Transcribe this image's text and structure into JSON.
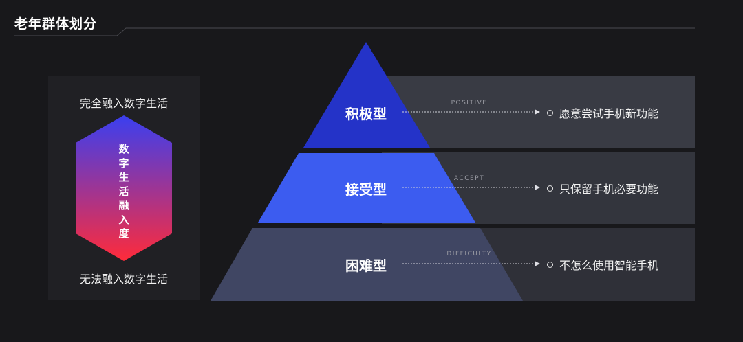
{
  "title": "老年群体划分",
  "scale": {
    "top_label": "完全融入数字生活",
    "bottom_label": "无法融入数字生活",
    "axis_label": "数字生活融入度",
    "gradient_top": "#3a3ff0",
    "gradient_bottom": "#ff2b3a"
  },
  "levels": [
    {
      "name": "积极型",
      "en": "POSITIVE",
      "desc": "愿意尝试手机新功能",
      "color": "#2433c8"
    },
    {
      "name": "接受型",
      "en": "ACCEPT",
      "desc": "只保留手机必要功能",
      "color": "#3c5cf0"
    },
    {
      "name": "困难型",
      "en": "DIFFICULTY",
      "desc": "不怎么使用智能手机",
      "color": "#404663"
    }
  ]
}
